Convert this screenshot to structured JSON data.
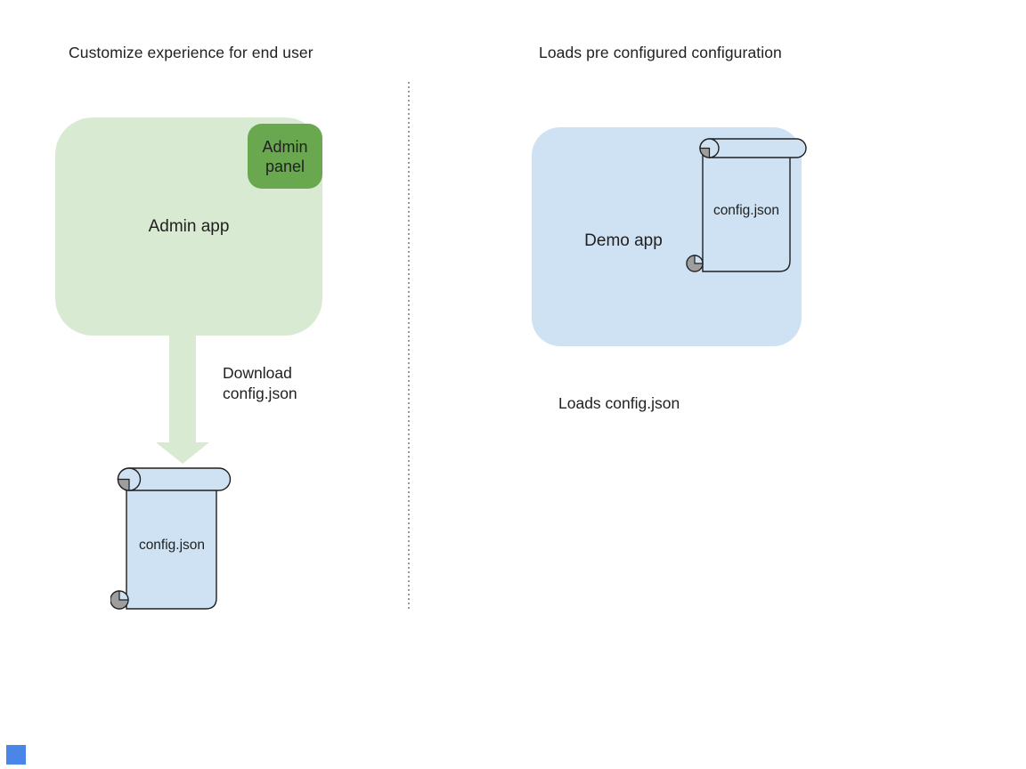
{
  "colors": {
    "light_green": "#d9ead3",
    "green": "#6aa84f",
    "light_blue": "#cfe2f3",
    "curl_gray": "#9e9e9e",
    "stroke": "#1f1f1f",
    "divider_gray": "#999999",
    "text": "#212121",
    "blue_marker": "#4a86e8"
  },
  "left": {
    "title": "Customize experience for end user",
    "admin_app": {
      "label": "Admin app"
    },
    "admin_panel": {
      "label": "Admin panel"
    },
    "arrow_caption": "Download config.json",
    "config_file": {
      "label": "config.json"
    }
  },
  "right": {
    "title": "Loads pre configured configuration",
    "demo_app": {
      "label": "Demo app"
    },
    "config_file": {
      "label": "config.json"
    },
    "caption": "Loads config.json"
  }
}
